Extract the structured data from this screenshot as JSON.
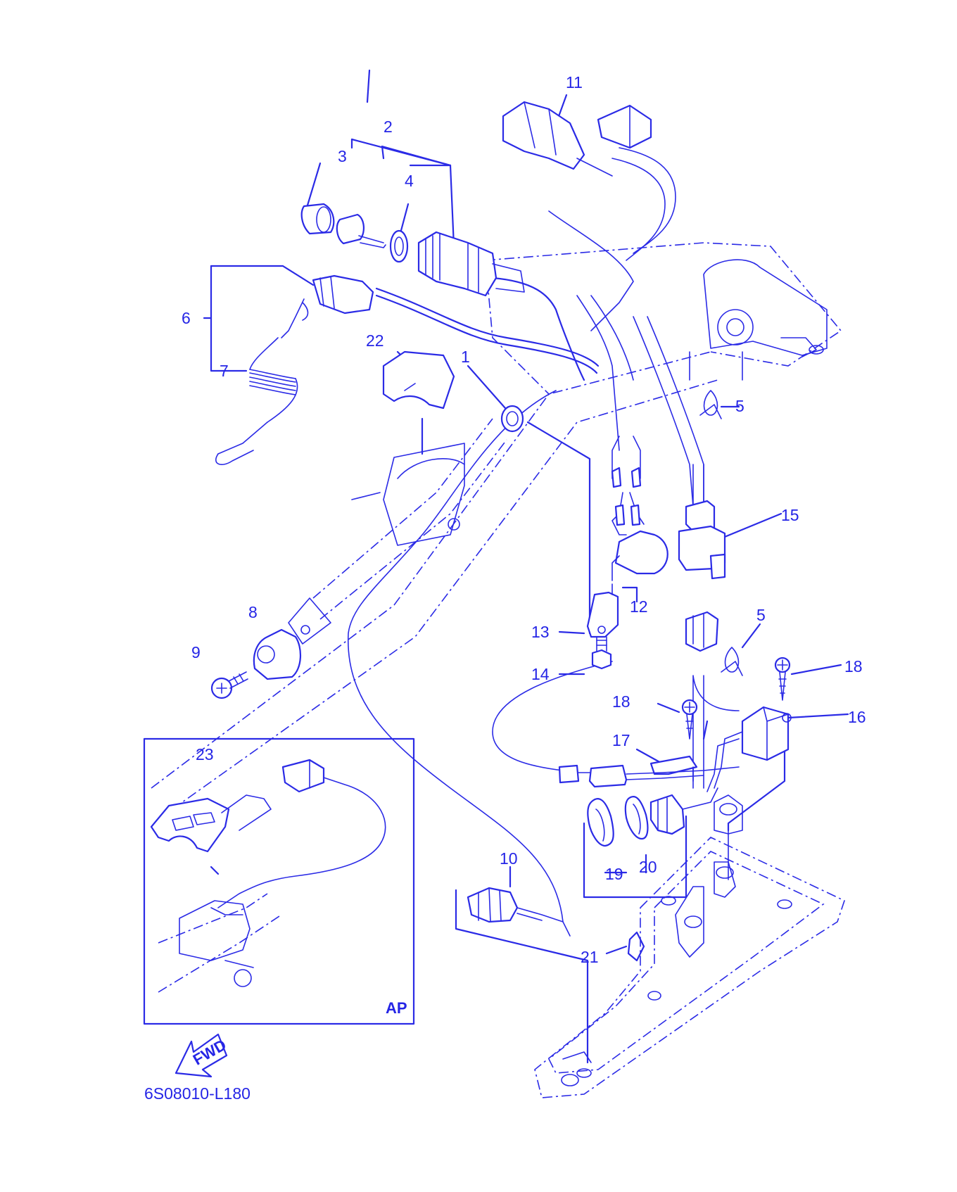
{
  "colors": {
    "ink": "#2525e6",
    "background": "#ffffff"
  },
  "labels": {
    "p1": "1",
    "p2": "2",
    "p3": "3",
    "p4": "4",
    "p5a": "5",
    "p5b": "5",
    "p6": "6",
    "p7": "7",
    "p8": "8",
    "p9": "9",
    "p10": "10",
    "p11": "11",
    "p12": "12",
    "p13": "13",
    "p14": "14",
    "p15": "15",
    "p16": "16",
    "p17": "17",
    "p18a": "18",
    "p18b": "18",
    "p19": "19",
    "p20": "20",
    "p21": "21",
    "p22": "22",
    "p23": "23"
  },
  "inset": {
    "tag": "AP"
  },
  "fwd_arrow": {
    "text": "FWD"
  },
  "drawing_code": "6S08010-L180"
}
